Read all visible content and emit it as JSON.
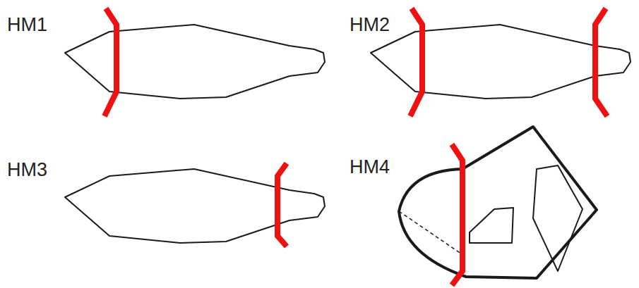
{
  "diagram": {
    "labels": [
      "HM1",
      "HM2",
      "HM3",
      "HM4"
    ]
  }
}
